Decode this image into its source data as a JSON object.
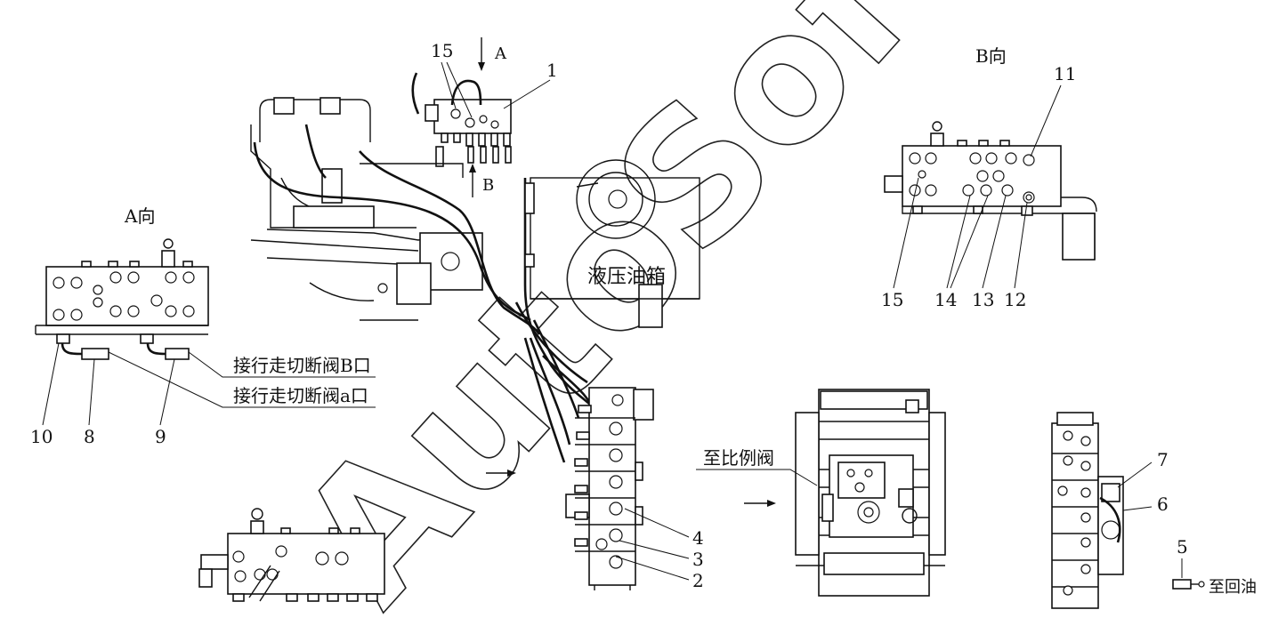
{
  "views": {
    "view_a_title": "A向",
    "view_b_title": "B向",
    "arrow_a_label": "A",
    "arrow_b_label": "B"
  },
  "labels": {
    "tank": "液压油箱",
    "to_cutoff_b": "接行走切断阀B口",
    "to_cutoff_a": "接行走切断阀a口",
    "to_proportional": "至比例阀",
    "to_return": "至回油"
  },
  "callouts": {
    "n1": "1",
    "n2": "2",
    "n3": "3",
    "n4": "4",
    "n5": "5",
    "n6": "6",
    "n7": "7",
    "n8": "8",
    "n9": "9",
    "n10": "10",
    "n11": "11",
    "n12": "12",
    "n13": "13",
    "n14": "14",
    "n15_top": "15",
    "n15_b": "15"
  },
  "watermark": "AutoSoft"
}
